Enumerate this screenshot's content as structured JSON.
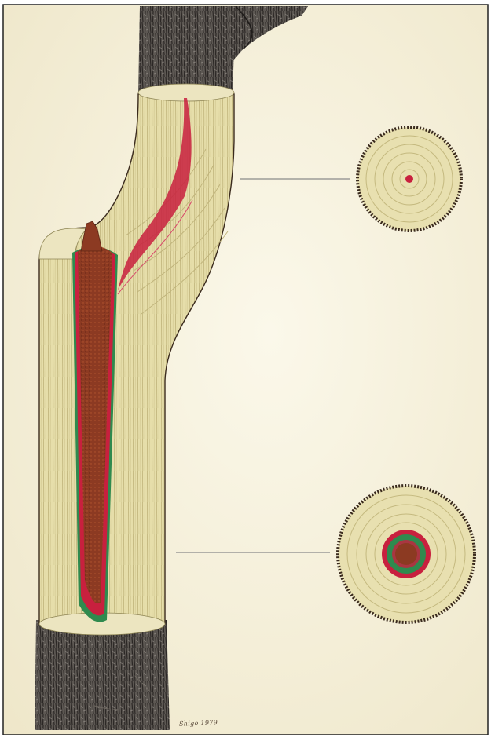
{
  "artwork": {
    "signature": "Shigo 1979",
    "colors": {
      "paper": "#f6f1de",
      "bark": "#4a4540",
      "wood": "#e6deaa",
      "grain": "#b9ad73",
      "decay": "#8c3a22",
      "reaction_zone": "#c8203e",
      "barrier_zone": "#2f8a4e",
      "leader_line": "#8a8a8a"
    },
    "icons": [
      "stem-section-illustration",
      "upper-cross-section-disk",
      "lower-cross-section-disk"
    ]
  }
}
